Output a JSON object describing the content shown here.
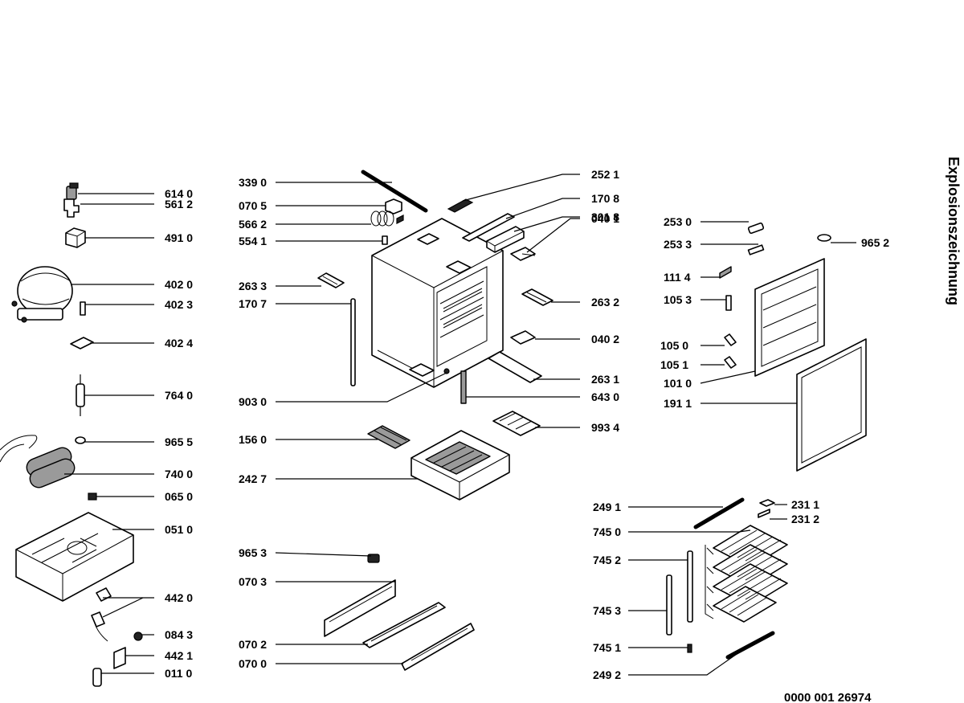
{
  "title": "Explosionszeichnung",
  "document_number": "0000 001 26974",
  "parts": {
    "p6140": "614 0",
    "p5612": "561 2",
    "p4910": "491 0",
    "p4020": "402 0",
    "p4023": "402 3",
    "p4024": "402 4",
    "p7640": "764 0",
    "p9655": "965 5",
    "p7400": "740 0",
    "p0650": "065 0",
    "p0510": "051 0",
    "p4420": "442 0",
    "p0843": "084 3",
    "p4421": "442 1",
    "p0110": "011 0",
    "p3390": "339 0",
    "p0705": "070 5",
    "p5662": "566 2",
    "p5541": "554 1",
    "p2633": "263 3",
    "p1707": "170 7",
    "p9030": "903 0",
    "p1560": "156 0",
    "p2427": "242 7",
    "p9653": "965 3",
    "p0703": "070 3",
    "p0702": "070 2",
    "p0700": "070 0",
    "p2521": "252 1",
    "p1708": "170 8",
    "p3018": "301 8",
    "p0401": "040 1",
    "p2632": "263 2",
    "p0402": "040 2",
    "p2631": "263 1",
    "p6430": "643 0",
    "p9934": "993 4",
    "p2530": "253 0",
    "p2533": "253 3",
    "p1114": "111 4",
    "p1053": "105 3",
    "p1050": "105 0",
    "p1051": "105 1",
    "p1010": "101 0",
    "p1911": "191 1",
    "p9652": "965 2",
    "p2491": "249 1",
    "p7450": "745 0",
    "p7452": "745 2",
    "p7453": "745 3",
    "p7451": "745 1",
    "p2492": "249 2",
    "p2311": "231 1",
    "p2312": "231 2"
  }
}
